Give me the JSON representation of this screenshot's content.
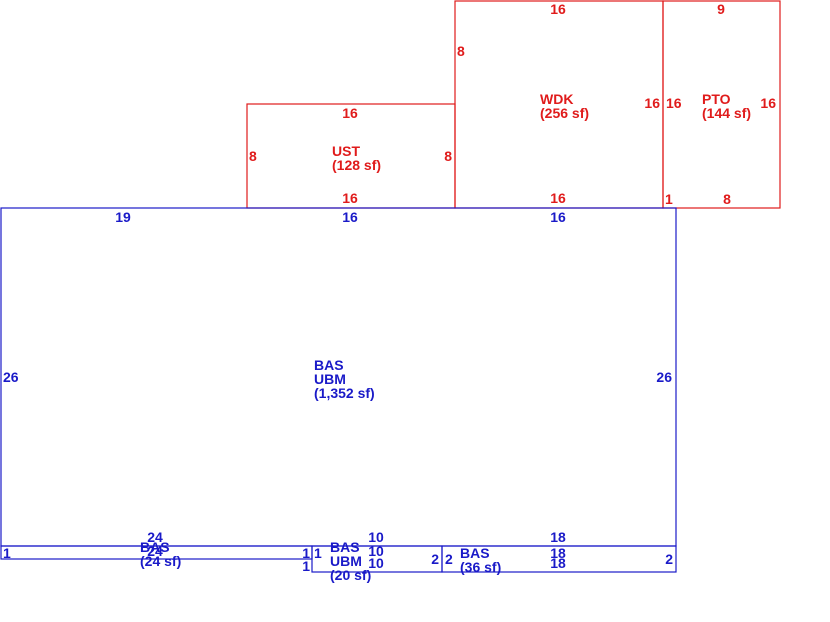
{
  "colors": {
    "red": "#e01b1b",
    "blue": "#1a1ac8"
  },
  "areas": {
    "wdk": {
      "code": "WDK",
      "area": "(256 sf)",
      "top": "16",
      "left": "8",
      "right": "16",
      "bottom": "16"
    },
    "pto": {
      "code": "PTO",
      "area": "(144 sf)",
      "top": "9",
      "left": "16",
      "right": "16",
      "bottom": "8",
      "corner": "1"
    },
    "ust": {
      "code": "UST",
      "area": "(128 sf)",
      "top": "16",
      "left": "8",
      "right": "8",
      "bottom": "16"
    },
    "bas_main": {
      "code1": "BAS",
      "code2": "UBM",
      "area": "(1,352 sf)",
      "top_left": "19",
      "top_mid": "16",
      "top_right": "16",
      "left": "26",
      "right": "26",
      "bottom_right": "18"
    },
    "bas_left": {
      "code": "BAS",
      "area": "(24 sf)",
      "top": "24",
      "bottom": "24",
      "left": "1",
      "right": "1"
    },
    "bas_mid": {
      "code1": "BAS",
      "code2": "UBM",
      "area": "(20 sf)",
      "top": "10",
      "bottom": "10",
      "mid": "10",
      "left": "1",
      "left2": "1",
      "right": "2"
    },
    "bas_right": {
      "code": "BAS",
      "area": "(36 sf)",
      "top": "18",
      "bottom": "18",
      "left": "2",
      "right": "2"
    }
  }
}
